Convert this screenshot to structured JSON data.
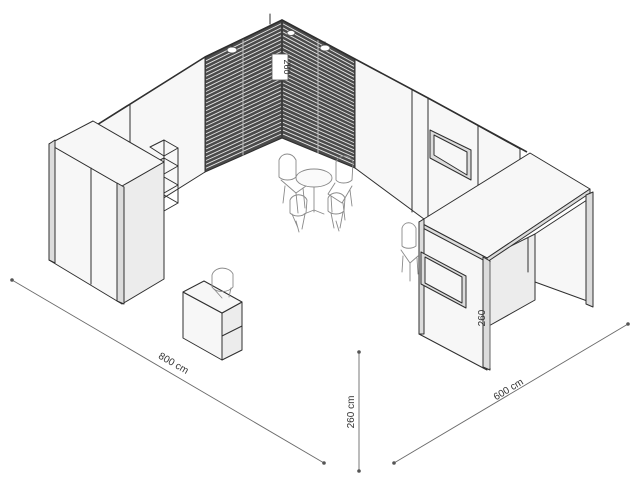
{
  "dimensions": {
    "width_label": "800 cm",
    "depth_label": "600 cm",
    "height_label": "260 cm",
    "wall_height_label": "260",
    "slat_wall_label": "260"
  }
}
